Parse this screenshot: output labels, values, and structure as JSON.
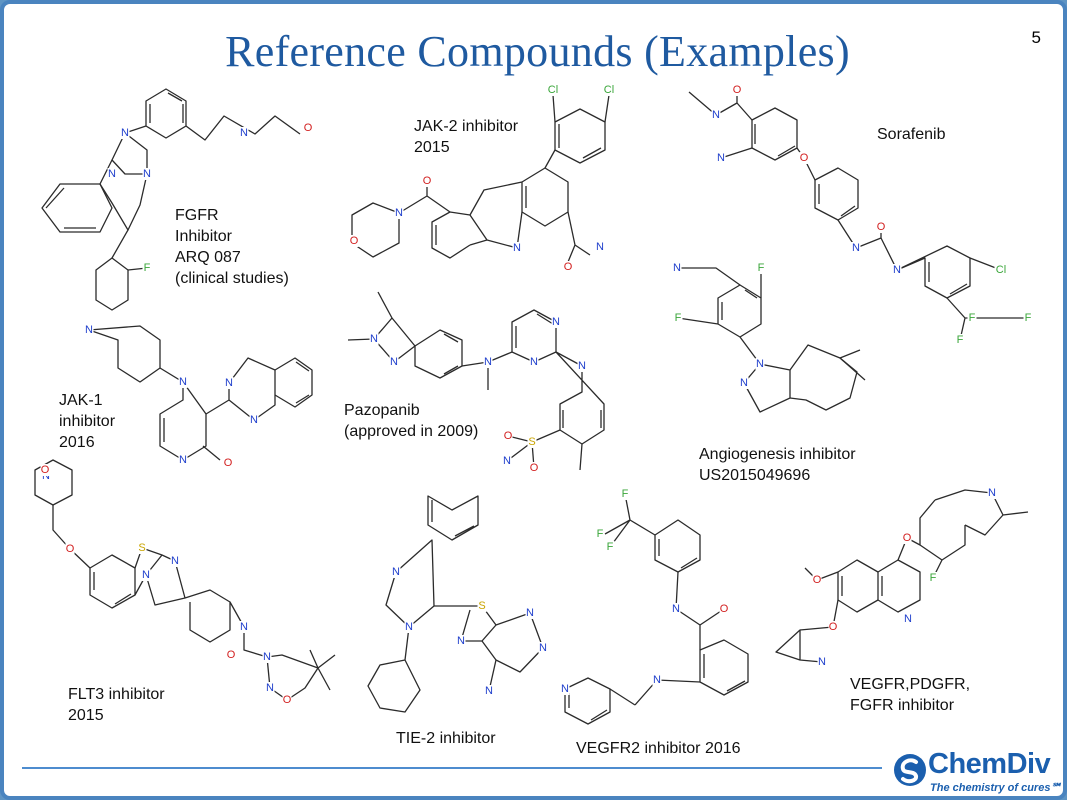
{
  "slide": {
    "title": "Reference Compounds (Examples)",
    "page_number": "5",
    "logo": {
      "name": "ChemDiv",
      "tagline": "The chemistry of cures℠"
    }
  },
  "compounds": [
    {
      "id": "fgfr",
      "label": [
        "FGFR",
        "Inhibitor",
        "ARQ 087",
        "(clinical studies)"
      ]
    },
    {
      "id": "jak2",
      "label": [
        "JAK-2 inhibitor",
        "2015"
      ]
    },
    {
      "id": "sorafenib",
      "label": [
        "Sorafenib"
      ]
    },
    {
      "id": "jak1",
      "label": [
        "JAK-1",
        "inhibitor",
        "2016"
      ]
    },
    {
      "id": "pazopanib",
      "label": [
        "Pazopanib",
        "(approved in 2009)"
      ]
    },
    {
      "id": "angio",
      "label": [
        "Angiogenesis inhibitor",
        "US2015049696"
      ]
    },
    {
      "id": "flt3",
      "label": [
        "FLT3 inhibitor",
        "2015"
      ]
    },
    {
      "id": "tie2",
      "label": [
        "TIE-2 inhibitor"
      ]
    },
    {
      "id": "vegfr2",
      "label": [
        "VEGFR2 inhibitor 2016"
      ]
    },
    {
      "id": "vegfr_pdgfr",
      "label": [
        "VEGFR,PDGFR,",
        "FGFR inhibitor"
      ]
    }
  ],
  "atom_colors": {
    "N": "#1f3fcc",
    "O": "#d21f1f",
    "F": "#3aa63a",
    "Cl": "#3aa63a",
    "S": "#c9a400"
  },
  "structures": [
    {
      "id": "fgfr",
      "atoms": [
        [
          "N",
          125,
          133
        ],
        [
          "N",
          147,
          174
        ],
        [
          "N",
          112,
          174
        ],
        [
          "N",
          244,
          133
        ],
        [
          "O",
          308,
          128
        ],
        [
          "F",
          147,
          268
        ]
      ]
    },
    {
      "id": "jak2",
      "atoms": [
        [
          "Cl",
          553,
          90
        ],
        [
          "Cl",
          609,
          90
        ],
        [
          "O",
          427,
          181
        ],
        [
          "O",
          354,
          241
        ],
        [
          "N",
          399,
          213
        ],
        [
          "N",
          517,
          248
        ],
        [
          "O",
          568,
          267
        ],
        [
          "N",
          600,
          247
        ]
      ]
    },
    {
      "id": "sorafenib",
      "atoms": [
        [
          "N",
          716,
          115
        ],
        [
          "O",
          737,
          90
        ],
        [
          "N",
          721,
          158
        ],
        [
          "O",
          804,
          158
        ],
        [
          "N",
          856,
          248
        ],
        [
          "O",
          881,
          227
        ],
        [
          "N",
          897,
          270
        ],
        [
          "Cl",
          1001,
          270
        ],
        [
          "F",
          972,
          318
        ],
        [
          "F",
          1028,
          318
        ],
        [
          "F",
          960,
          340
        ]
      ]
    },
    {
      "id": "jak1",
      "atoms": [
        [
          "N",
          89,
          330
        ],
        [
          "N",
          183,
          382
        ],
        [
          "N",
          183,
          460
        ],
        [
          "O",
          228,
          463
        ],
        [
          "N",
          229,
          383
        ],
        [
          "N",
          254,
          420
        ]
      ]
    },
    {
      "id": "pazopanib",
      "atoms": [
        [
          "N",
          374,
          339
        ],
        [
          "N",
          394,
          362
        ],
        [
          "N",
          488,
          362
        ],
        [
          "N",
          556,
          322
        ],
        [
          "N",
          534,
          362
        ],
        [
          "N",
          582,
          366
        ],
        [
          "S",
          532,
          442
        ],
        [
          "O",
          508,
          436
        ],
        [
          "O",
          534,
          468
        ],
        [
          "N",
          507,
          461
        ]
      ]
    },
    {
      "id": "angio",
      "atoms": [
        [
          "N",
          677,
          268
        ],
        [
          "F",
          761,
          268
        ],
        [
          "F",
          678,
          318
        ],
        [
          "N",
          760,
          364
        ],
        [
          "N",
          744,
          383
        ]
      ]
    },
    {
      "id": "flt3",
      "atoms": [
        [
          "N",
          46,
          476
        ],
        [
          "O",
          45,
          470
        ],
        [
          "O",
          70,
          549
        ],
        [
          "S",
          142,
          548
        ],
        [
          "N",
          146,
          575
        ],
        [
          "N",
          175,
          561
        ],
        [
          "N",
          244,
          627
        ],
        [
          "O",
          231,
          655
        ],
        [
          "N",
          267,
          657
        ],
        [
          "N",
          270,
          688
        ],
        [
          "O",
          287,
          700
        ]
      ]
    },
    {
      "id": "tie2",
      "atoms": [
        [
          "N",
          396,
          572
        ],
        [
          "N",
          409,
          627
        ],
        [
          "S",
          482,
          606
        ],
        [
          "N",
          461,
          641
        ],
        [
          "N",
          530,
          613
        ],
        [
          "N",
          543,
          648
        ],
        [
          "N",
          489,
          691
        ]
      ]
    },
    {
      "id": "vegfr2",
      "atoms": [
        [
          "F",
          625,
          494
        ],
        [
          "F",
          600,
          534
        ],
        [
          "F",
          610,
          547
        ],
        [
          "N",
          676,
          609
        ],
        [
          "O",
          724,
          609
        ],
        [
          "N",
          565,
          689
        ],
        [
          "N",
          657,
          680
        ]
      ]
    },
    {
      "id": "vegfr_pdgfr",
      "atoms": [
        [
          "N",
          992,
          493
        ],
        [
          "O",
          907,
          538
        ],
        [
          "F",
          933,
          578
        ],
        [
          "O",
          817,
          580
        ],
        [
          "O",
          833,
          627
        ],
        [
          "N",
          908,
          619
        ],
        [
          "N",
          822,
          662
        ]
      ]
    }
  ]
}
